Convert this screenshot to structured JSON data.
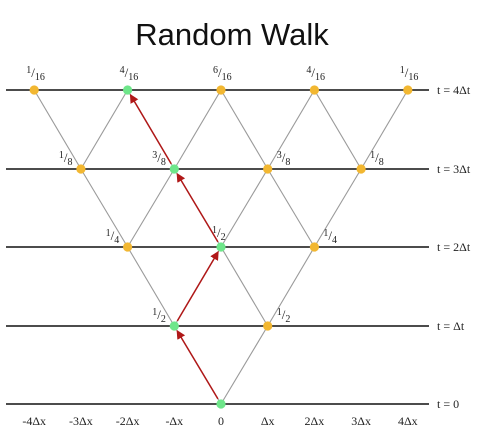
{
  "title": "Random Walk",
  "time_labels": [
    "t = 0",
    "t = Δt",
    "t = 2Δt",
    "t = 3Δt",
    "t = 4Δt"
  ],
  "x_labels": [
    "-4Δx",
    "-3Δx",
    "-2Δx",
    "-Δx",
    "0",
    "Δx",
    "2Δx",
    "3Δx",
    "4Δx"
  ],
  "nodes": [
    {
      "level": 0,
      "pos": 0,
      "highlight": true,
      "label": ""
    },
    {
      "level": 1,
      "pos": -1,
      "highlight": true,
      "label": "1/2"
    },
    {
      "level": 1,
      "pos": 1,
      "highlight": false,
      "label": "1/2"
    },
    {
      "level": 2,
      "pos": -2,
      "highlight": false,
      "label": "1/4"
    },
    {
      "level": 2,
      "pos": 0,
      "highlight": true,
      "label": "1/2"
    },
    {
      "level": 2,
      "pos": 2,
      "highlight": false,
      "label": "1/4"
    },
    {
      "level": 3,
      "pos": -3,
      "highlight": false,
      "label": "1/8"
    },
    {
      "level": 3,
      "pos": -1,
      "highlight": true,
      "label": "3/8"
    },
    {
      "level": 3,
      "pos": 1,
      "highlight": false,
      "label": "3/8"
    },
    {
      "level": 3,
      "pos": 3,
      "highlight": false,
      "label": "1/8"
    },
    {
      "level": 4,
      "pos": -4,
      "highlight": false,
      "label": "1/16"
    },
    {
      "level": 4,
      "pos": -2,
      "highlight": true,
      "label": "4/16"
    },
    {
      "level": 4,
      "pos": 0,
      "highlight": false,
      "label": "6/16"
    },
    {
      "level": 4,
      "pos": 2,
      "highlight": false,
      "label": "4/16"
    },
    {
      "level": 4,
      "pos": 4,
      "highlight": false,
      "label": "1/16"
    }
  ],
  "walk_path": [
    {
      "level": 0,
      "pos": 0
    },
    {
      "level": 1,
      "pos": -1
    },
    {
      "level": 2,
      "pos": 0
    },
    {
      "level": 3,
      "pos": -1
    },
    {
      "level": 4,
      "pos": -2
    }
  ],
  "colors": {
    "node": "#f2b731",
    "highlight_node": "#6ee68a",
    "path": "#b01818",
    "lattice": "#9a9a9a"
  }
}
